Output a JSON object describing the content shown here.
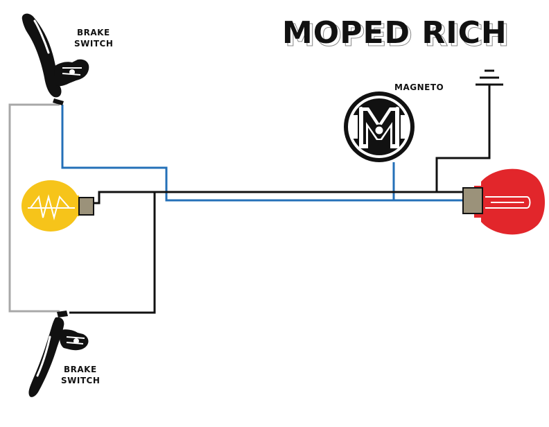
{
  "brand": {
    "title": "MOPED RICH"
  },
  "labels": {
    "brake_switch_top": [
      "BRAKE",
      "SWITCH"
    ],
    "brake_switch_bottom": [
      "BRAKE",
      "SWITCH"
    ],
    "magneto": "MAGNETO"
  },
  "colors": {
    "wire_black": "#111111",
    "wire_blue": "#2470b8",
    "wire_gray": "#a8a8a8",
    "bulb_yellow": "#f6c41a",
    "horn_red": "#e2262b",
    "connector": "#9b927a"
  },
  "icons": {
    "lever_top": "brake-lever-icon",
    "lever_bottom": "brake-lever-icon",
    "bulb": "light-bulb-icon",
    "magneto": "magneto-icon",
    "ground": "ground-icon",
    "horn": "horn-icon"
  }
}
